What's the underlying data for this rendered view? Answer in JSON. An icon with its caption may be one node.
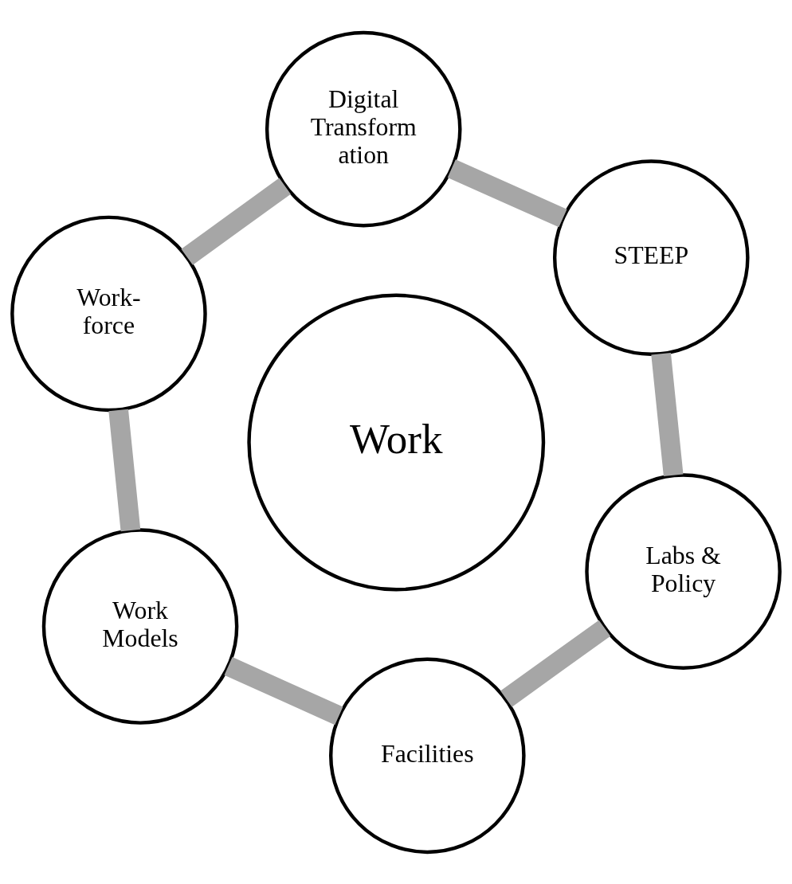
{
  "diagram": {
    "nodes": [
      {
        "text": [
          "Digital Transform ation"
        ]
      },
      {
        "text": [
          "STEEP"
        ]
      },
      {
        "text": [
          "Work- force"
        ]
      },
      {
        "text": [
          "Work"
        ]
      },
      {
        "text": [
          "Labs & Policy"
        ]
      },
      {
        "text": [
          "Work Models"
        ]
      },
      {
        "text": [
          "Facilities"
        ]
      }
    ],
    "edges": [
      {
        "from": 0,
        "to": 2,
        "arrow": "none"
      },
      {
        "from": 2,
        "to": 5,
        "arrow": "none"
      },
      {
        "from": 5,
        "to": 6,
        "arrow": "none"
      },
      {
        "from": 6,
        "to": 4,
        "arrow": "none"
      },
      {
        "from": 4,
        "to": 1,
        "arrow": "none"
      },
      {
        "from": 1,
        "to": 0,
        "arrow": "none"
      }
    ]
  }
}
